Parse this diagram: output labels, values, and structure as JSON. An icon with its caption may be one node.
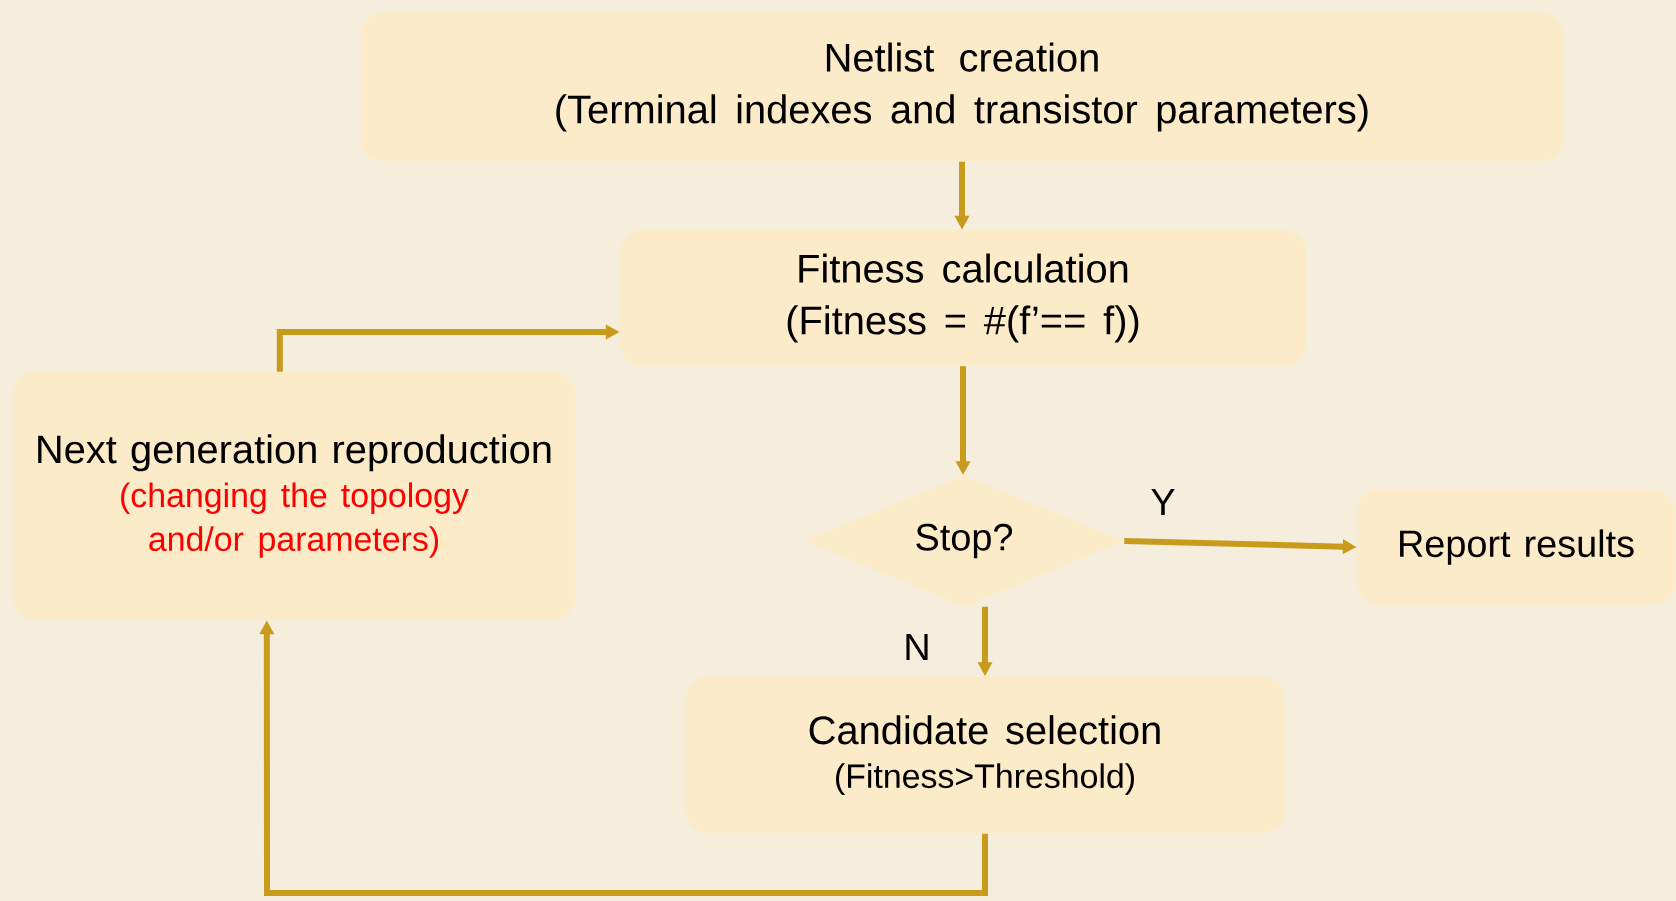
{
  "diagram": {
    "nodes": [
      {
        "text": [
          "Netlist creation",
          "(Terminal indexes and transistor parameters)"
        ]
      },
      {
        "text": [
          "Fitness calculation",
          "(Fitness = #(f’== f))"
        ]
      },
      {
        "text": [
          "Next generation reproduction",
          "(changing the topology and/or parameters)"
        ]
      },
      {
        "text": [
          "Stop?"
        ]
      },
      {
        "text": [
          "Report results"
        ]
      },
      {
        "text": [
          "Candidate selection",
          "(Fitness>Threshold)"
        ]
      }
    ],
    "edges": [
      {
        "from": 0,
        "to": 1,
        "arrow": "to"
      },
      {
        "from": 1,
        "to": 3,
        "arrow": "to"
      },
      {
        "from": 3,
        "to": 4,
        "arrow": "to",
        "label": "Y"
      },
      {
        "from": 3,
        "to": 5,
        "arrow": "to",
        "label": "N"
      },
      {
        "from": 5,
        "to": 2,
        "arrow": "to"
      },
      {
        "from": 2,
        "to": 1,
        "arrow": "to"
      }
    ]
  }
}
